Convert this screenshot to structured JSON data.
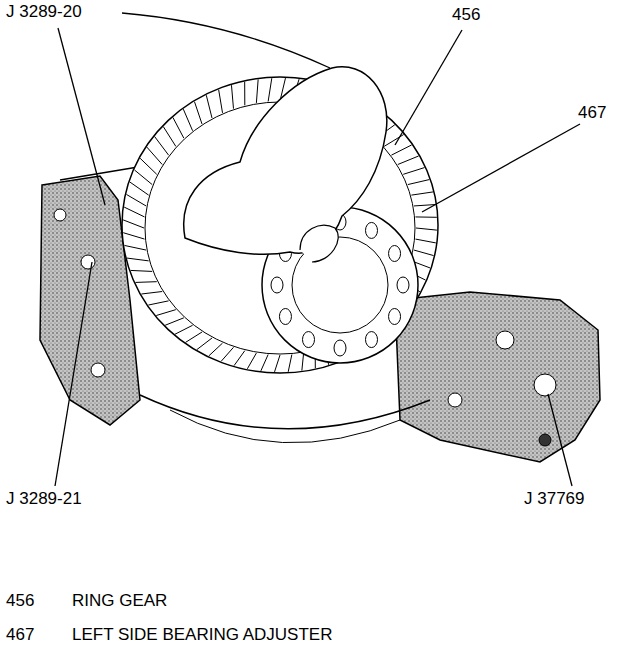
{
  "diagram": {
    "labels": [
      "J 3289-20",
      "456",
      "467",
      "J 3289-21",
      "J 37769",
      "456",
      "RING GEAR",
      "467",
      "LEFT SIDE BEARING ADJUSTER"
    ]
  }
}
